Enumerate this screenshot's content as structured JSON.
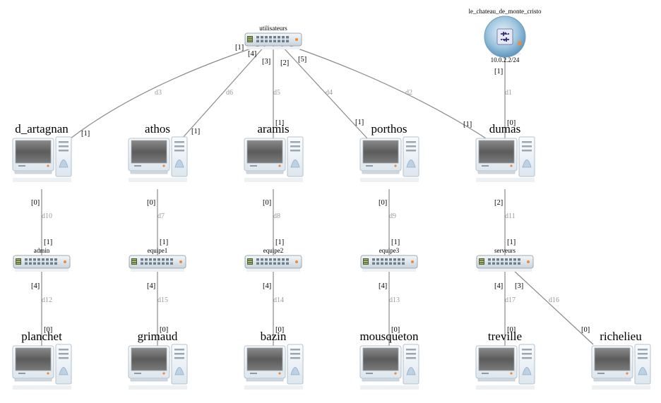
{
  "router": {
    "name": "le_chateau_de_monte_cristo",
    "address": "10.0.2.2/24",
    "icon": "router-icon"
  },
  "switches": {
    "utilisateurs": "utilisateurs",
    "admin": "admin",
    "equipe1": "equipe1",
    "equipe2": "equipe2",
    "equipe3": "equipe3",
    "serveurs": "serveurs"
  },
  "hosts": {
    "d_artagnan": "d_artagnan",
    "athos": "athos",
    "aramis": "aramis",
    "porthos": "porthos",
    "dumas": "dumas",
    "planchet": "planchet",
    "grimaud": "grimaud",
    "bazin": "bazin",
    "mousqueton": "mousqueton",
    "treville": "treville",
    "richelieu": "richelieu"
  },
  "links": {
    "d1": "d1",
    "d2": "d2",
    "d3": "d3",
    "d4": "d4",
    "d5": "d5",
    "d6": "d6",
    "d7": "d7",
    "d8": "d8",
    "d9": "d9",
    "d10": "d10",
    "d11": "d11",
    "d12": "d12",
    "d13": "d13",
    "d14": "d14",
    "d15": "d15",
    "d16": "d16",
    "d17": "d17"
  },
  "ports": {
    "p0": "[0]",
    "p1": "[1]",
    "p2": "[2]",
    "p3": "[3]",
    "p4": "[4]",
    "p5": "[5]"
  }
}
